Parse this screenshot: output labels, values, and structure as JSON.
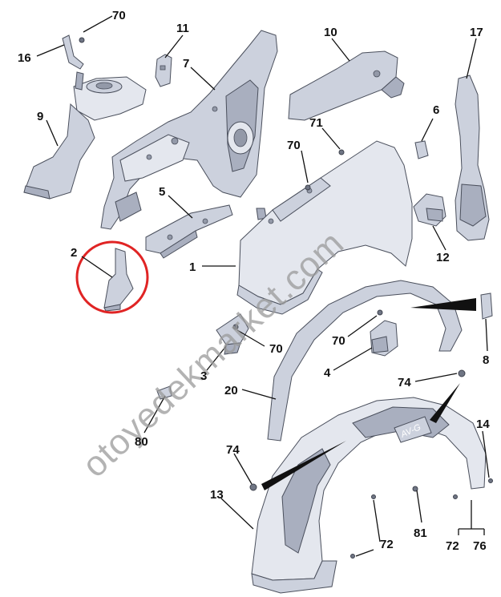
{
  "diagram": {
    "callouts": [
      {
        "id": "c70a",
        "text": "70"
      },
      {
        "id": "c16",
        "text": "16"
      },
      {
        "id": "c11",
        "text": "11"
      },
      {
        "id": "c10",
        "text": "10"
      },
      {
        "id": "c17",
        "text": "17"
      },
      {
        "id": "c7",
        "text": "7"
      },
      {
        "id": "c9",
        "text": "9"
      },
      {
        "id": "c71",
        "text": "71"
      },
      {
        "id": "c6",
        "text": "6"
      },
      {
        "id": "c70b",
        "text": "70"
      },
      {
        "id": "c5",
        "text": "5"
      },
      {
        "id": "c2",
        "text": "2"
      },
      {
        "id": "c12",
        "text": "12"
      },
      {
        "id": "c1",
        "text": "1"
      },
      {
        "id": "c70c",
        "text": "70"
      },
      {
        "id": "c70d",
        "text": "70"
      },
      {
        "id": "c8",
        "text": "8"
      },
      {
        "id": "c3",
        "text": "3"
      },
      {
        "id": "c4",
        "text": "4"
      },
      {
        "id": "c74a",
        "text": "74"
      },
      {
        "id": "c20",
        "text": "20"
      },
      {
        "id": "c14",
        "text": "14"
      },
      {
        "id": "c80",
        "text": "80"
      },
      {
        "id": "c74b",
        "text": "74"
      },
      {
        "id": "c13",
        "text": "13"
      },
      {
        "id": "c81",
        "text": "81"
      },
      {
        "id": "c72a",
        "text": "72"
      },
      {
        "id": "c72b",
        "text": "72"
      },
      {
        "id": "c76",
        "text": "76"
      }
    ],
    "highlight": {
      "part": "2",
      "color": "#e02424"
    },
    "part_stamp": "AV-G",
    "watermark": "otoyedekmarket.com",
    "colors": {
      "part_fill": "#ccd1dd",
      "part_outline": "#4a4f5c",
      "label": "#111111"
    }
  }
}
